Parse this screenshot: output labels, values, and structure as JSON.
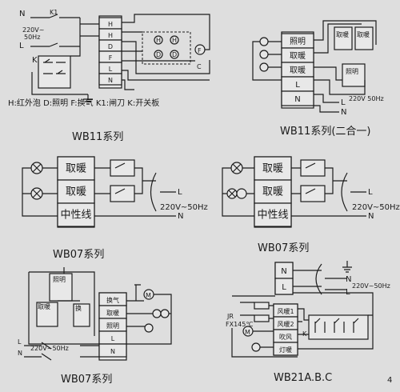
{
  "d1": {
    "title": "WB11系列",
    "legend": "H:红外泡  D:照明  F:换气  K1:闸刀  K:开关板",
    "n": "N",
    "l": "L",
    "k1": "K1",
    "k": "K",
    "v": "220V~",
    "hz": "50Hz",
    "terms": [
      "H",
      "H",
      "D",
      "F",
      "L",
      "N"
    ],
    "dev": [
      "H",
      "H",
      "D",
      "D"
    ],
    "f": "F",
    "c": "C"
  },
  "d2": {
    "title": "WB11系列(二合一)",
    "rows": [
      "照明",
      "取暖",
      "取暖",
      "L",
      "N"
    ],
    "sw1": "取暖",
    "sw2": "取暖",
    "sw3": "照明",
    "l": "L",
    "n": "N",
    "v": "220V  50Hz"
  },
  "d3": {
    "title": "WB07系列",
    "rows": [
      "取暖",
      "取暖",
      "中性线"
    ],
    "l": "L",
    "n": "N",
    "v": "220V~50Hz"
  },
  "d4": {
    "title": "WB07系列",
    "rows": [
      "取暖",
      "取暖",
      "中性线"
    ],
    "l": "L",
    "n": "N",
    "v": "220V~50Hz"
  },
  "d5": {
    "title": "WB07系列",
    "sw_top": "照明",
    "sw_left": "取暖",
    "sw_mid": "换",
    "rows": [
      "换气",
      "取暖",
      "照明",
      "L",
      "N"
    ],
    "m": "M",
    "l": "L",
    "n": "N",
    "v": "220V~50Hz"
  },
  "d6": {
    "title": "WB21A.B.C",
    "top": [
      "N",
      "L"
    ],
    "rows": [
      "风暖1",
      "风暖2",
      "吹风",
      "灯暖"
    ],
    "n": "N",
    "l": "L",
    "v": "220V~50Hz",
    "jr": "JR",
    "fuse": "FX145℃",
    "m": "M",
    "k": "K"
  },
  "page_number": "4"
}
